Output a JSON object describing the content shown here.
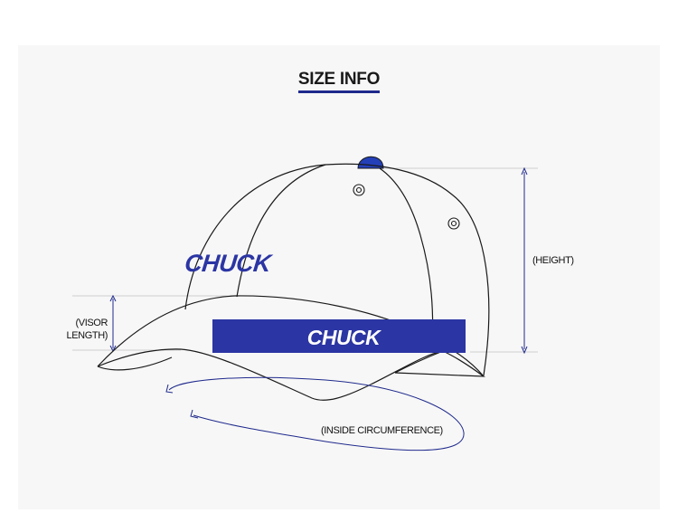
{
  "title": "SIZE INFO",
  "brand_front": "CHUCK",
  "brand_band": "CHUCK",
  "labels": {
    "height": "(HEIGHT)",
    "visor_line1": "(VISOR",
    "visor_line2": "LENGTH)",
    "circumference": "(INSIDE CIRCUMFERENCE)"
  },
  "colors": {
    "accent": "#1f2a8c",
    "band": "#2b35a3",
    "button": "#2440b8",
    "line": "#1a1a1a",
    "guide": "#c8c8c8",
    "panel": "#f7f7f7"
  }
}
